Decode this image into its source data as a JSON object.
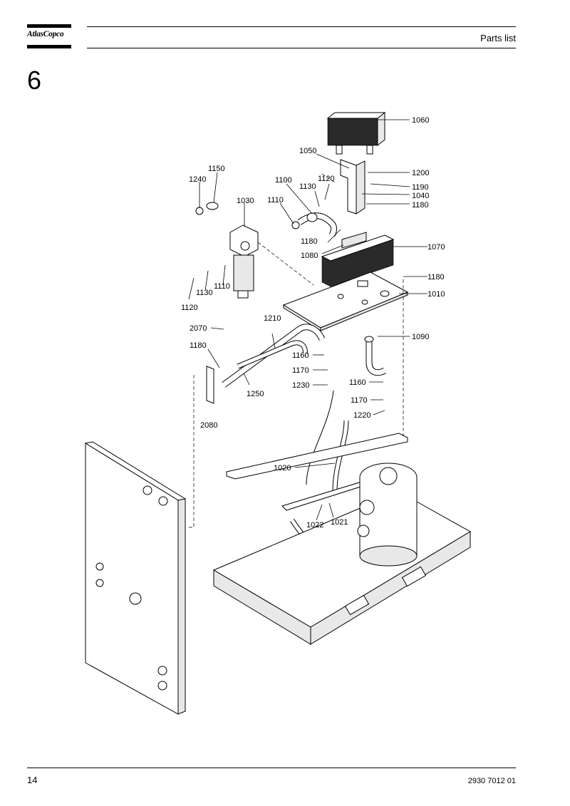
{
  "header": {
    "logo_text": "AtlasCopco",
    "title": "Parts list"
  },
  "section_number": "6",
  "callouts": {
    "c1060": "1060",
    "c1050": "1050",
    "c1200": "1200",
    "c1190": "1190",
    "c1040": "1040",
    "c1180a": "1180",
    "c1150": "1150",
    "c1240": "1240",
    "c1100": "1100",
    "c1130a": "1130",
    "c1120a": "1120",
    "c1030": "1030",
    "c1110a": "1110",
    "c1180b": "1180",
    "c1070": "1070",
    "c1080": "1080",
    "c1180c": "1180",
    "c1010": "1010",
    "c1110b": "1110",
    "c1130b": "1130",
    "c1120b": "1120",
    "c2070": "2070",
    "c1210": "1210",
    "c1090": "1090",
    "c1180d": "1180",
    "c1160a": "1160",
    "c1170a": "1170",
    "c1230": "1230",
    "c1160b": "1160",
    "c1250": "1250",
    "c1170b": "1170",
    "c1220": "1220",
    "c2080": "2080",
    "c1020": "1020",
    "c1021": "1021",
    "c1022": "1022"
  },
  "footer": {
    "page_number": "14",
    "document_number": "2930 7012 01"
  }
}
